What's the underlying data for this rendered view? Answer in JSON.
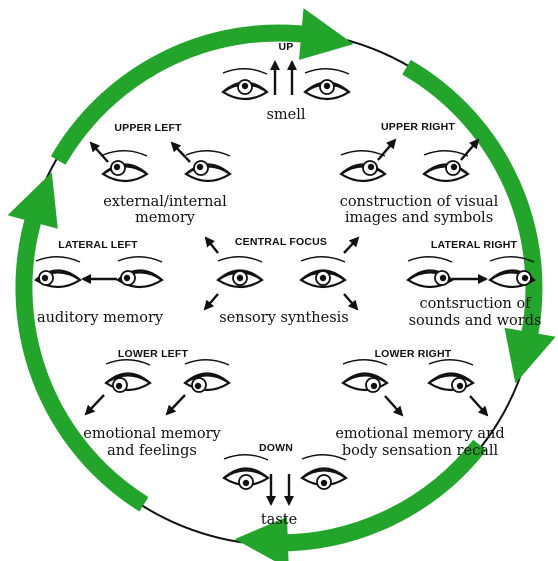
{
  "colors": {
    "cycle_arrows": "#23a52b",
    "outline": "#111111",
    "background": "#ffffff"
  },
  "sections": {
    "up": {
      "heading": "UP",
      "caption": [
        "smell"
      ]
    },
    "upper_left": {
      "heading": "UPPER LEFT",
      "caption": [
        "external/internal",
        "memory"
      ]
    },
    "upper_right": {
      "heading": "UPPER RIGHT",
      "caption": [
        "construction of visual",
        "images and symbols"
      ]
    },
    "lateral_left": {
      "heading": "LATERAL LEFT",
      "caption": [
        "auditory memory"
      ]
    },
    "central": {
      "heading": "CENTRAL FOCUS",
      "caption": [
        "sensory synthesis"
      ]
    },
    "lateral_right": {
      "heading": "LATERAL RIGHT",
      "caption": [
        "contsruction of",
        "sounds and words"
      ]
    },
    "lower_left": {
      "heading": "LOWER LEFT",
      "caption": [
        "emotional memory",
        "and feelings"
      ]
    },
    "lower_right": {
      "heading": "LOWER RIGHT",
      "caption": [
        "emotional memory and",
        "body sensation recall"
      ]
    },
    "down": {
      "heading": "DOWN",
      "caption": [
        "taste"
      ]
    }
  },
  "icons": {
    "cycle": "green-circular-arrows-icon",
    "eye": "eye-icon",
    "direction": "arrow-icon"
  }
}
